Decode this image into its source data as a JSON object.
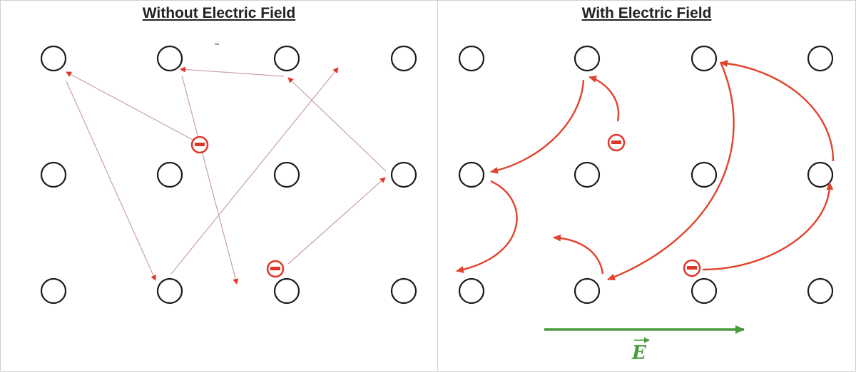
{
  "left_panel": {
    "title": "Without Electric Field"
  },
  "right_panel": {
    "title": "With Electric Field"
  },
  "field_label": "E",
  "colors": {
    "ion": "#1a1a1a",
    "electron": "#e0362a",
    "random_path": "#c9a2a2",
    "drift_path": "#e0442c",
    "field": "#4a9a3e"
  }
}
